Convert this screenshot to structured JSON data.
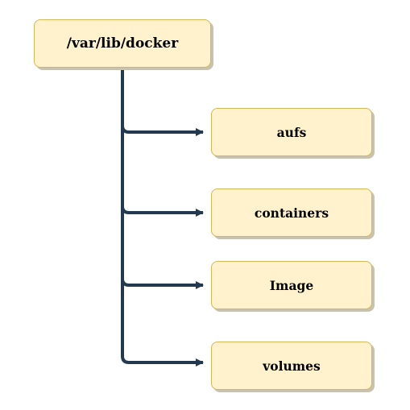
{
  "diagram": {
    "root": {
      "label": "/var/lib/docker"
    },
    "children": [
      {
        "label": "aufs"
      },
      {
        "label": "containers"
      },
      {
        "label": "Image"
      },
      {
        "label": "volumes"
      }
    ]
  },
  "colors": {
    "node_fill": "#fff2cc",
    "node_border": "#d6b656",
    "connector": "#23394f"
  }
}
